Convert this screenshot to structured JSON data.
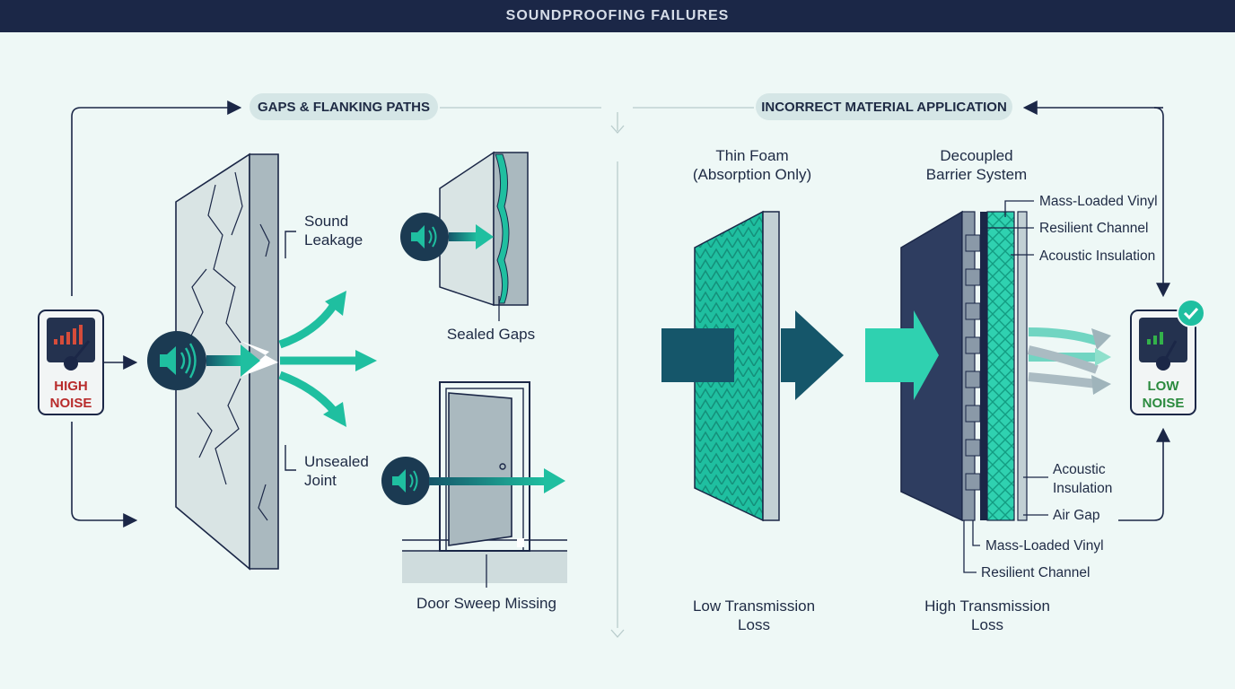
{
  "title": "SOUNDPROOFING FAILURES",
  "sections": {
    "left": "GAPS & FLANKING PATHS",
    "right": "INCORRECT MATERIAL APPLICATION"
  },
  "meters": {
    "high": {
      "line1": "HIGH",
      "line2": "NOISE",
      "color": "#b82b2b"
    },
    "low": {
      "line1": "LOW",
      "line2": "NOISE",
      "color": "#2b8a3e"
    }
  },
  "labels": {
    "sound_leakage": [
      "Sound",
      "Leakage"
    ],
    "unsealed_joint": [
      "Unsealed",
      "Joint"
    ],
    "sealed_gaps": "Sealed Gaps",
    "door_sweep": "Door Sweep Missing",
    "thin_foam": [
      "Thin Foam",
      "(Absorption Only)"
    ],
    "decoupled": [
      "Decoupled",
      "Barrier System"
    ],
    "mlv_top": "Mass-Loaded Vinyl",
    "rc_top": "Resilient Channel",
    "ai_top": "Acoustic Insulation",
    "ai_bottom": [
      "Acoustic",
      "Insulation"
    ],
    "air_gap": "Air Gap",
    "mlv_bottom": "Mass-Loaded Vinyl",
    "rc_bottom": "Resilient Channel",
    "low_tl": [
      "Low Transmission",
      "Loss"
    ],
    "high_tl": [
      "High Transmission",
      "Loss"
    ]
  },
  "colors": {
    "navy": "#1b2747",
    "teal": "#1fbfa0",
    "dark_teal": "#15566a",
    "wall": "#cfdcdd"
  }
}
